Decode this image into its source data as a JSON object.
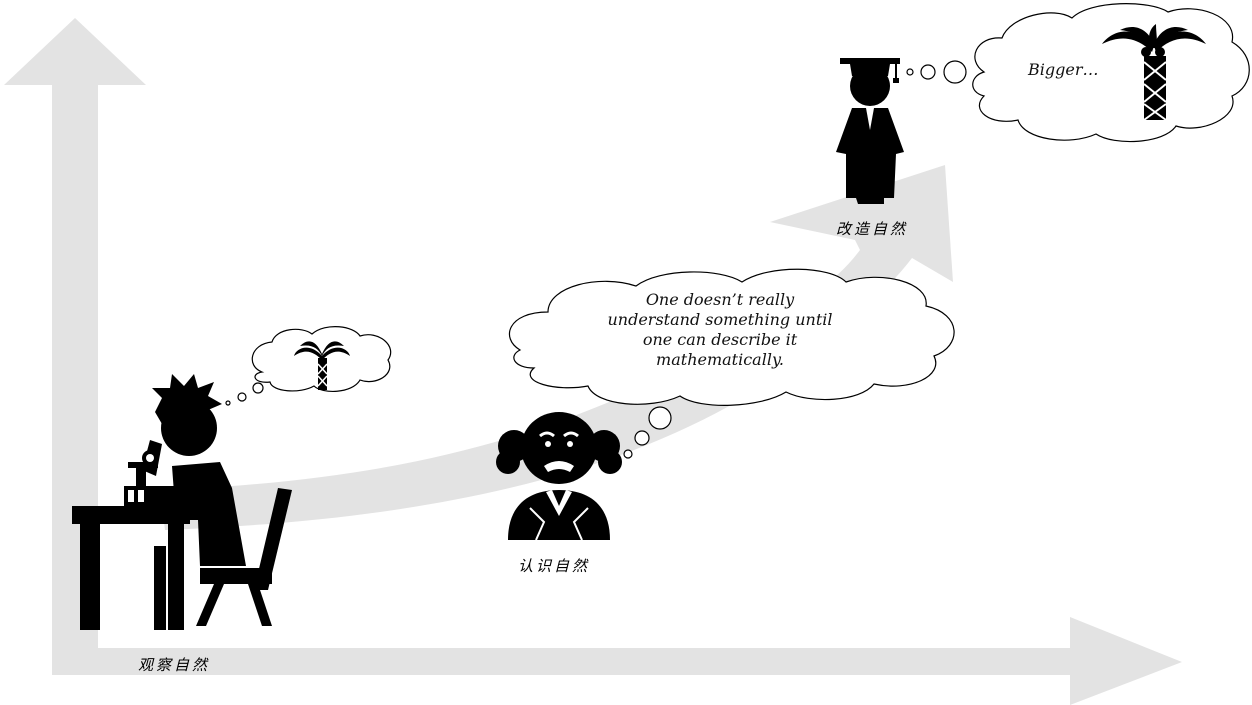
{
  "stages": {
    "observe": "观察自然",
    "understand": "认识自然",
    "transform": "改造自然"
  },
  "quote": {
    "line1": "One doesn’t really",
    "line2": "understand something until",
    "line3": "one can describe it",
    "line4": "mathematically."
  },
  "bigger": "Bigger…",
  "colors": {
    "arrow": "#e3e3e3",
    "silhouette": "#000000",
    "cloud_stroke": "#000000"
  }
}
